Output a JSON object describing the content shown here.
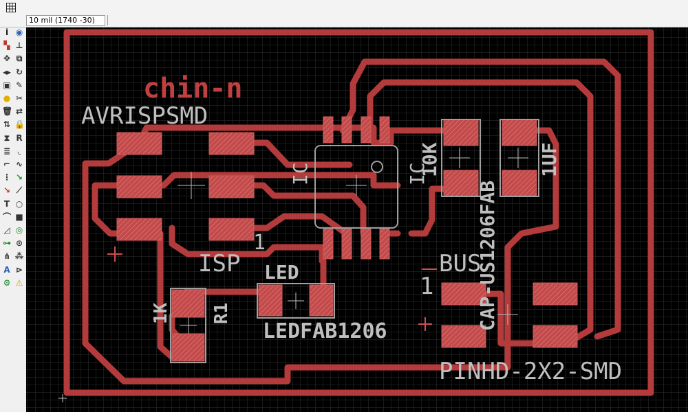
{
  "coordinate_display": "10 mil (1740 -30)",
  "toolbar": {
    "tools": [
      {
        "name": "info-icon",
        "glyph": "i",
        "color": "#1a1a1a"
      },
      {
        "name": "eye-icon",
        "glyph": "◉",
        "color": "#2b5fb3"
      },
      {
        "name": "layer-icon",
        "glyph": "▚",
        "color": "#c0392b"
      },
      {
        "name": "mark-icon",
        "glyph": "⊥",
        "color": "#333"
      },
      {
        "name": "move-icon",
        "glyph": "✥",
        "color": "#333"
      },
      {
        "name": "copy-icon",
        "glyph": "⧉",
        "color": "#333"
      },
      {
        "name": "mirror-icon",
        "glyph": "◂▸",
        "color": "#333"
      },
      {
        "name": "rotate-icon",
        "glyph": "↻",
        "color": "#333"
      },
      {
        "name": "group-icon",
        "glyph": "▣",
        "color": "#333"
      },
      {
        "name": "change-icon",
        "glyph": "✎",
        "color": "#333"
      },
      {
        "name": "paste-icon",
        "glyph": "●",
        "color": "#e0b000"
      },
      {
        "name": "cut-icon",
        "glyph": "✂",
        "color": "#333"
      },
      {
        "name": "delete-icon",
        "glyph": "🗑",
        "color": "#333"
      },
      {
        "name": "add-icon",
        "glyph": "⇄",
        "color": "#333"
      },
      {
        "name": "replace-icon",
        "glyph": "⇅",
        "color": "#333"
      },
      {
        "name": "lock-icon",
        "glyph": "🔒",
        "color": "#333"
      },
      {
        "name": "smash-icon",
        "glyph": "⧗",
        "color": "#333"
      },
      {
        "name": "name-icon",
        "glyph": "R",
        "color": "#333"
      },
      {
        "name": "value-icon",
        "glyph": "≣",
        "color": "#333"
      },
      {
        "name": "split-icon",
        "glyph": "◟",
        "color": "#333"
      },
      {
        "name": "miter-icon",
        "glyph": "⌐",
        "color": "#333"
      },
      {
        "name": "wave-icon",
        "glyph": "∿",
        "color": "#333"
      },
      {
        "name": "optimize-icon",
        "glyph": "⋮",
        "color": "#333"
      },
      {
        "name": "route-icon",
        "glyph": "↘",
        "color": "#1e8a2a"
      },
      {
        "name": "ripup-icon",
        "glyph": "↘",
        "color": "#c0392b"
      },
      {
        "name": "wire-icon",
        "glyph": "⟋",
        "color": "#333"
      },
      {
        "name": "text-icon",
        "glyph": "T",
        "color": "#333"
      },
      {
        "name": "circle-icon",
        "glyph": "○",
        "color": "#333"
      },
      {
        "name": "arc-icon",
        "glyph": "⌒",
        "color": "#333"
      },
      {
        "name": "rect-icon",
        "glyph": "■",
        "color": "#333"
      },
      {
        "name": "polygon-icon",
        "glyph": "◿",
        "color": "#333"
      },
      {
        "name": "via-icon",
        "glyph": "◎",
        "color": "#1e8a2a"
      },
      {
        "name": "signal-icon",
        "glyph": "⊶",
        "color": "#1e8a2a"
      },
      {
        "name": "hole-icon",
        "glyph": "⊙",
        "color": "#333"
      },
      {
        "name": "ratsnest-icon",
        "glyph": "⋔",
        "color": "#333"
      },
      {
        "name": "auto-icon",
        "glyph": "⁂",
        "color": "#333"
      },
      {
        "name": "attribute-icon",
        "glyph": "A",
        "color": "#2b5fb3"
      },
      {
        "name": "drc-icon",
        "glyph": "⊳",
        "color": "#333"
      },
      {
        "name": "errors-icon",
        "glyph": "⚙",
        "color": "#1e8a2a"
      },
      {
        "name": "warning-icon",
        "glyph": "⚠",
        "color": "#e0a000"
      }
    ]
  },
  "pcb": {
    "board_title": "chin-n",
    "labels": {
      "avrisp_name": "AVRISPSMD",
      "isp_value": "ISP",
      "isp_pin1": "1",
      "ic_left": "IC",
      "ic_right": "IC",
      "res_10k": "10K",
      "cap_value": "1UF",
      "cap_package": "CAP-US1206FAB",
      "led_name": "LED",
      "led_package": "LEDFAB1206",
      "r1_value": "1K",
      "r1_name": "R1",
      "bus_name": "BUS",
      "bus_pin1": "1",
      "header_package": "PINHD-2X2-SMD"
    }
  },
  "colors": {
    "canvas_bg": "#000000",
    "grid": "#2f2f2f",
    "trace": "#b33b3b",
    "pad_fill": "#c24a4a",
    "silk": "#bfbfbf",
    "outline": "#8a8a8a",
    "title_text": "#c04040"
  }
}
